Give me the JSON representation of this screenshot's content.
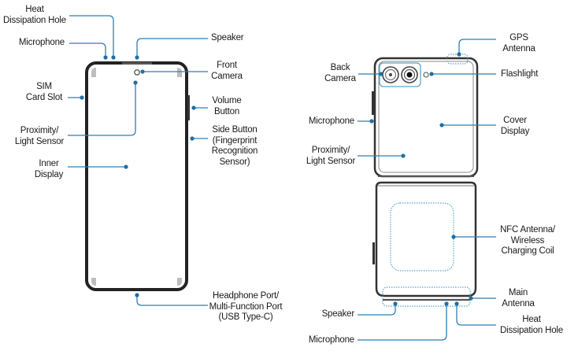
{
  "colors": {
    "leader": "#2b7fb2",
    "dot": "#1f6fa6",
    "outline": "#222222",
    "frame_gray": "#9a9a9a",
    "dotted_region": "#5aa3cc"
  },
  "front_view": {
    "labels": {
      "heat_dissipation_hole": [
        "Heat",
        "Dissipation Hole"
      ],
      "microphone": [
        "Microphone"
      ],
      "sim_card_slot": [
        "SIM",
        "Card Slot"
      ],
      "proximity_light_sensor": [
        "Proximity/",
        "Light Sensor"
      ],
      "inner_display": [
        "Inner",
        "Display"
      ],
      "speaker": [
        "Speaker"
      ],
      "front_camera": [
        "Front",
        "Camera"
      ],
      "volume_button": [
        "Volume",
        "Button"
      ],
      "side_button": [
        "Side Button",
        "(Fingerprint",
        "Recognition",
        "Sensor)"
      ],
      "headphone_port": [
        "Headphone Port/",
        "Multi-Function Port",
        "(USB Type-C)"
      ]
    }
  },
  "folded_view": {
    "labels": {
      "gps_antenna": [
        "GPS",
        "Antenna"
      ],
      "back_camera": [
        "Back",
        "Camera"
      ],
      "flashlight": [
        "Flashlight"
      ],
      "microphone_side": [
        "Microphone"
      ],
      "cover_display": [
        "Cover",
        "Display"
      ],
      "proximity_light_sensor": [
        "Proximity/",
        "Light Sensor"
      ],
      "nfc_antenna": [
        "NFC Antenna/",
        "Wireless",
        "Charging Coil"
      ],
      "main_antenna": [
        "Main",
        "Antenna"
      ],
      "speaker": [
        "Speaker"
      ],
      "heat_dissipation_hole": [
        "Heat",
        "Dissipation Hole"
      ],
      "microphone_bottom": [
        "Microphone"
      ]
    }
  }
}
